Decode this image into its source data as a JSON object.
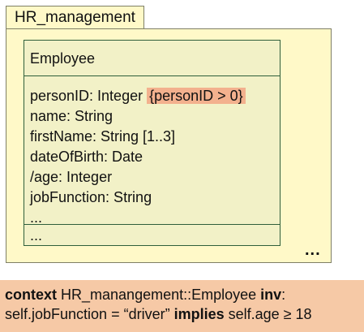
{
  "package": {
    "name": "HR_management",
    "more": "..."
  },
  "class": {
    "name": "Employee",
    "attributes": [
      {
        "text": "personID: Integer ",
        "constraint": "{personID > 0}"
      },
      {
        "text": "name: String"
      },
      {
        "text": "firstName: String [1..3]"
      },
      {
        "text": "dateOfBirth: Date"
      },
      {
        "text": "/age: Integer"
      },
      {
        "text": "jobFunction: String"
      },
      {
        "text": "..."
      }
    ],
    "operations": "..."
  },
  "ocl": {
    "kw_context": "context",
    "context_target": " HR_manangement::Employee ",
    "kw_inv": "inv",
    "colon": ":",
    "condition": "self.jobFunction = “driver” ",
    "kw_implies": "implies",
    "consequence": " self.age ≥ 18"
  },
  "colors": {
    "package_fill": "#fff9c8",
    "class_fill": "#f2f1c7",
    "class_border": "#2f5f3b",
    "constraint_highlight": "#f3b18e",
    "ocl_background": "#f6c9a6"
  }
}
